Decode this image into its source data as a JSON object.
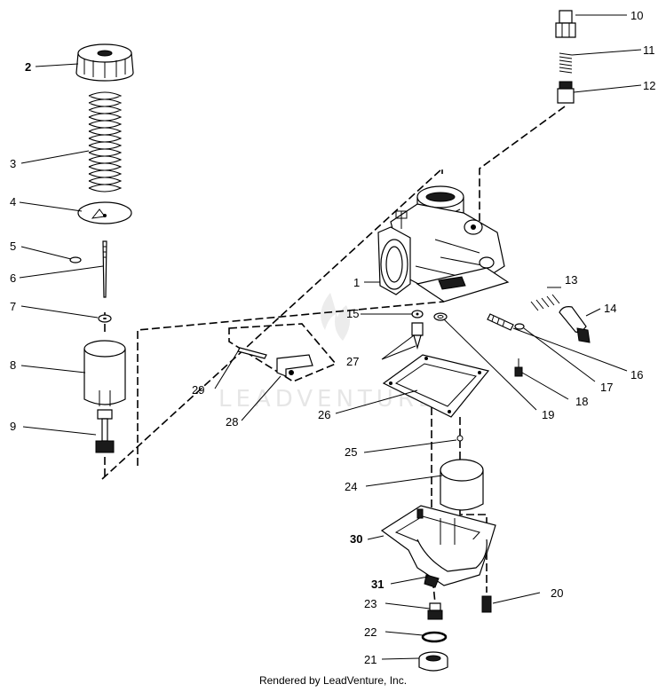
{
  "watermark": "LEADVENTURE",
  "footer": "Rendered by LeadVenture, Inc.",
  "callouts": [
    "1",
    "2",
    "3",
    "4",
    "5",
    "6",
    "7",
    "8",
    "9",
    "10",
    "11",
    "12",
    "13",
    "14",
    "15",
    "16",
    "17",
    "18",
    "19",
    "20",
    "21",
    "22",
    "23",
    "24",
    "25",
    "26",
    "27",
    "28",
    "29",
    "30",
    "31"
  ]
}
